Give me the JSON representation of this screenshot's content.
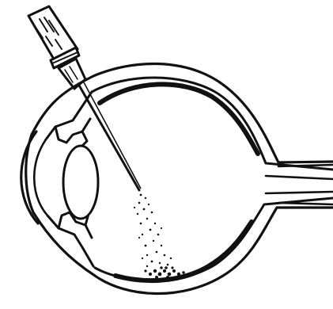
{
  "colors": {
    "ink": "#111111",
    "background": "#ffffff"
  },
  "parts": [
    "syringe-icon",
    "needle",
    "eye-outer-wall",
    "eye-inner-wall",
    "cornea",
    "lens",
    "ciliary-body",
    "optic-nerve",
    "retina",
    "injection-spray",
    "sediment"
  ]
}
